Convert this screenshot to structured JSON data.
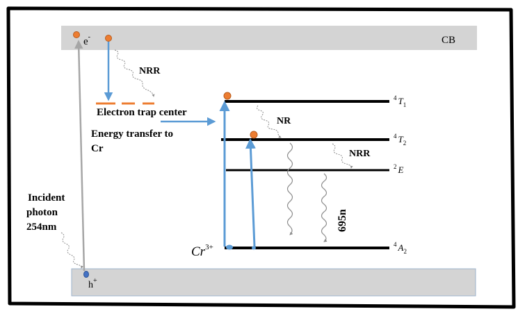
{
  "bands": {
    "conduction_label": "CB",
    "electron_label": "e",
    "electron_sup": "-",
    "hole_label": "h",
    "hole_sup": "+"
  },
  "levels": [
    {
      "id": "4T1",
      "pre": "4",
      "main": "T",
      "sub": "1"
    },
    {
      "id": "4T2",
      "pre": "4",
      "main": "T",
      "sub": "2"
    },
    {
      "id": "2E",
      "pre": "2",
      "main": "E",
      "sub": ""
    },
    {
      "id": "4A2",
      "pre": "4",
      "main": "A",
      "sub": "2"
    }
  ],
  "labels": {
    "nrr_top": "NRR",
    "electron_trap": "Electron trap center",
    "energy_transfer_line1": "Energy transfer to",
    "energy_transfer_line2": "Cr",
    "nr": "NR",
    "nrr_right": "NRR",
    "incident_line1": "Incident",
    "incident_line2": "photon",
    "incident_line3": "254nm",
    "cr_main": "Cr",
    "cr_sup": "3+",
    "emission": "695n"
  },
  "colors": {
    "band_fill": "#d4d4d4",
    "band_stroke": "#9db3cc",
    "blue_arrow": "#5b9bd5",
    "electron": "#ed7d31",
    "electron_stroke": "#b85c1e",
    "hole": "#4472c4",
    "grey_arrow": "#a6a6a6",
    "trap": "#ed7d31"
  }
}
